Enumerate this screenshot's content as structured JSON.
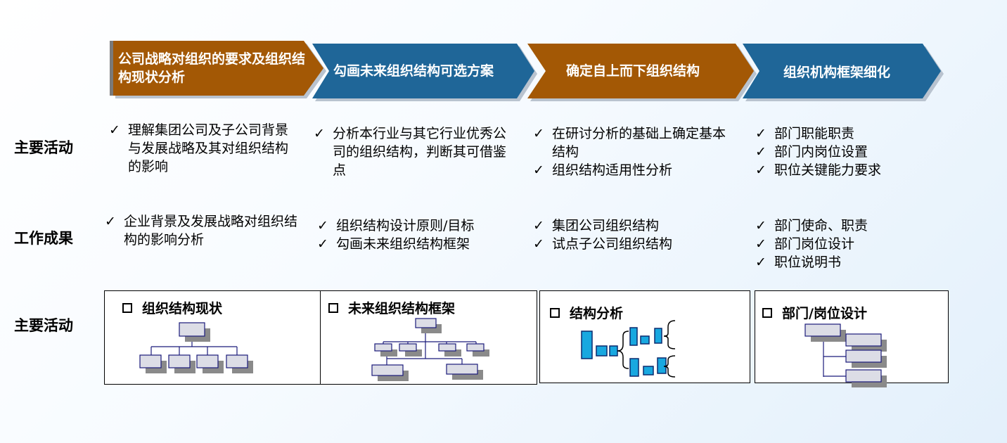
{
  "phases": [
    {
      "label": "公司战略对组织的要求及组织结构现状分析",
      "color": "#a35805"
    },
    {
      "label": "勾画未来组织结构可选方案",
      "color": "#1f6698"
    },
    {
      "label": "确定自上而下组织结构",
      "color": "#a35805"
    },
    {
      "label": "组织机构框架细化",
      "color": "#1f6698"
    }
  ],
  "rows": {
    "activities_label": "主要活动",
    "results_label": "工作成果",
    "diagrams_label": "主要活动"
  },
  "check_glyph": "✓",
  "activities": [
    [
      "理解集团公司及子公司背景与发展战略及其对组织结构的影响"
    ],
    [
      "分析本行业与其它行业优秀公司的组织结构，判断其可借鉴点"
    ],
    [
      "在研讨分析的基础上确定基本结构",
      "组织结构适用性分析"
    ],
    [
      "部门职能职责",
      "部门内岗位设置",
      "职位关键能力要求"
    ]
  ],
  "results": [
    [
      "企业背景及发展战略对组织结构的影响分析"
    ],
    [
      "组织结构设计原则/目标",
      "勾画未来组织结构框架"
    ],
    [
      "集团公司组织结构",
      "试点子公司组织结构"
    ],
    [
      "部门使命、职责",
      "部门岗位设计",
      "职位说明书"
    ]
  ],
  "diagram_titles": [
    "组织结构现状",
    "未来组织结构框架",
    "结构分析",
    "部门/岗位设计"
  ],
  "colors": {
    "node_fill": "#dcdde6",
    "node_border": "#1a1a7a",
    "shadow": "#8a8a8a",
    "bar_fill": "#18a8e0",
    "bar_border": "#0b2a6e"
  }
}
